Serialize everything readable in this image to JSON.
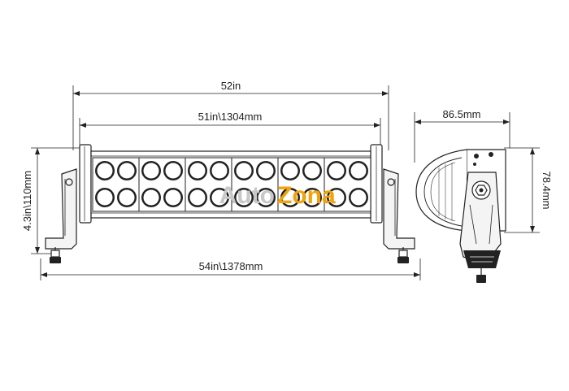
{
  "dimensions": {
    "overall_width": "52in",
    "lens_width": "51in\\1304mm",
    "bracket_width": "54in\\1378mm",
    "height_front": "4.3in\\110mm",
    "depth_side": "86.5mm",
    "height_side": "78.4mm"
  },
  "watermark": {
    "prefix": "Auto",
    "suffix": "Zona",
    "colors": {
      "prefix": "#c8c8c8",
      "suffix": "#f2a20a"
    }
  },
  "colors": {
    "line": "#222222",
    "body_fill": "#ffffff",
    "bracket_fill": "#f4f4f4"
  }
}
